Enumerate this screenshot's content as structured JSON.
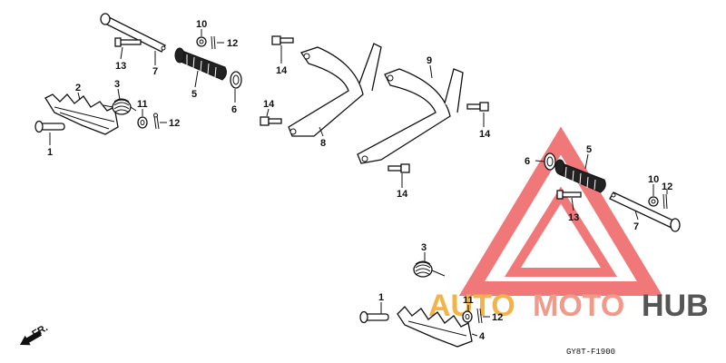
{
  "diagram": {
    "code": "GY8T-F1900",
    "front_marker": "FR."
  },
  "watermark": {
    "word_a": "AUTO",
    "word_b": "MOTO",
    "word_c": "HUB",
    "colors": {
      "triangle": "#f06a6a",
      "auto": "#f5b247",
      "moto": "#f29a8a",
      "hub": "#555555"
    }
  },
  "callouts": [
    {
      "id": "c1a",
      "text": "1"
    },
    {
      "id": "c2",
      "text": "2"
    },
    {
      "id": "c3a",
      "text": "3"
    },
    {
      "id": "c11a",
      "text": "11"
    },
    {
      "id": "c12a",
      "text": "12"
    },
    {
      "id": "c13a",
      "text": "13"
    },
    {
      "id": "c7a",
      "text": "7"
    },
    {
      "id": "c10a",
      "text": "10"
    },
    {
      "id": "c12b",
      "text": "12"
    },
    {
      "id": "c5a",
      "text": "5"
    },
    {
      "id": "c6a",
      "text": "6"
    },
    {
      "id": "c14a",
      "text": "14"
    },
    {
      "id": "c14b",
      "text": "14"
    },
    {
      "id": "c8",
      "text": "8"
    },
    {
      "id": "c9",
      "text": "9"
    },
    {
      "id": "c14c",
      "text": "14"
    },
    {
      "id": "c14d",
      "text": "14"
    },
    {
      "id": "c6b",
      "text": "6"
    },
    {
      "id": "c5b",
      "text": "5"
    },
    {
      "id": "c10b",
      "text": "10"
    },
    {
      "id": "c12c",
      "text": "12"
    },
    {
      "id": "c13b",
      "text": "13"
    },
    {
      "id": "c7b",
      "text": "7"
    },
    {
      "id": "c3b",
      "text": "3"
    },
    {
      "id": "c1b",
      "text": "1"
    },
    {
      "id": "c11b",
      "text": "11"
    },
    {
      "id": "c12d",
      "text": "12"
    },
    {
      "id": "c4",
      "text": "4"
    }
  ]
}
